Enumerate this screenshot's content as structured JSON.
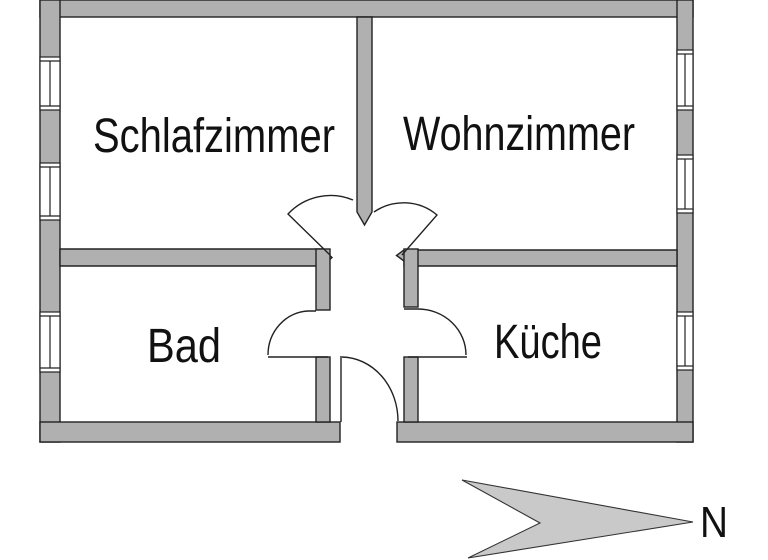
{
  "colors": {
    "wall_fill": "#b0b0b0",
    "arrow_fill": "#c9c9c9",
    "line": "#222222",
    "background": "#ffffff"
  },
  "floor_plan": {
    "rooms": [
      {
        "id": "schlafzimmer",
        "label": "Schlafzimmer"
      },
      {
        "id": "wohnzimmer",
        "label": "Wohnzimmer"
      },
      {
        "id": "bad",
        "label": "Bad"
      },
      {
        "id": "kueche",
        "label": "Küche"
      }
    ],
    "compass": {
      "label": "N"
    }
  }
}
